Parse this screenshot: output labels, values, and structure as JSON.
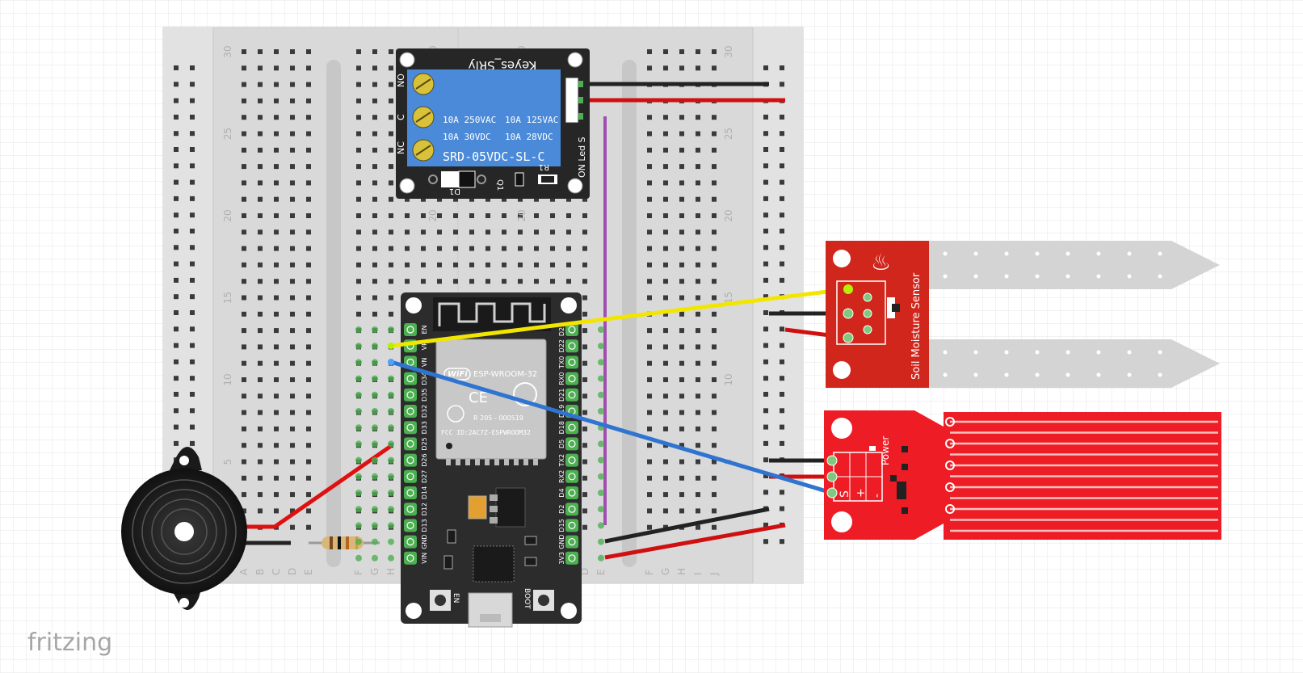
{
  "app": {
    "brand": "fritzing"
  },
  "breadboard": {
    "row_numbers": [
      "30",
      "25",
      "20",
      "15",
      "10",
      "5"
    ],
    "column_letters_left": [
      "A",
      "B",
      "C",
      "D",
      "E",
      "F",
      "G",
      "H"
    ],
    "column_letters_right": [
      "D",
      "E",
      "F",
      "G",
      "H",
      "I",
      "J"
    ]
  },
  "relay": {
    "brand": "Keyes_SRly",
    "terminal_labels": [
      "NO",
      "C",
      "NC"
    ],
    "ratings": [
      "10A 250VAC",
      "10A 125VAC",
      "10A 30VDC",
      "10A 28VDC"
    ],
    "model": "SRD-05VDC-SL-C",
    "side_labels": "ON Led S",
    "component_labels": {
      "diode": "D1",
      "transistor": "Q1",
      "resistor": "R1"
    }
  },
  "esp32": {
    "module_name": "ESP-WROOM-32",
    "wifi_text": "WiFi",
    "fcc_id": "FCC ID:2AC7Z-ESPWROOM32",
    "cert_text": "R 205 - 000519",
    "pins_left": [
      "EN",
      "VP",
      "VN",
      "D34",
      "D35",
      "D32",
      "D33",
      "D25",
      "D26",
      "D27",
      "D14",
      "D12",
      "D13",
      "GND",
      "VIN"
    ],
    "pins_right": [
      "D23",
      "D22",
      "TX0",
      "RX0",
      "D21",
      "D19",
      "D18",
      "D5",
      "TX2",
      "RX2",
      "D4",
      "D2",
      "D15",
      "GND",
      "3V3"
    ],
    "buttons": [
      "EN",
      "BOOT"
    ]
  },
  "soil_sensor": {
    "label": "Soil Moisture Sensor"
  },
  "water_sensor": {
    "label": "Power",
    "pins": [
      "S",
      "+",
      "-"
    ]
  },
  "colors": {
    "wire_yellow": "#f2e600",
    "wire_blue": "#2f74d0",
    "wire_red": "#e01010",
    "wire_black": "#222222",
    "wire_purple": "#a04fb0",
    "relay_blue": "#4a8ad9",
    "sensor_red": "#d0261c",
    "water_red": "#ee1c25",
    "board_dark": "#2c2c2c"
  }
}
